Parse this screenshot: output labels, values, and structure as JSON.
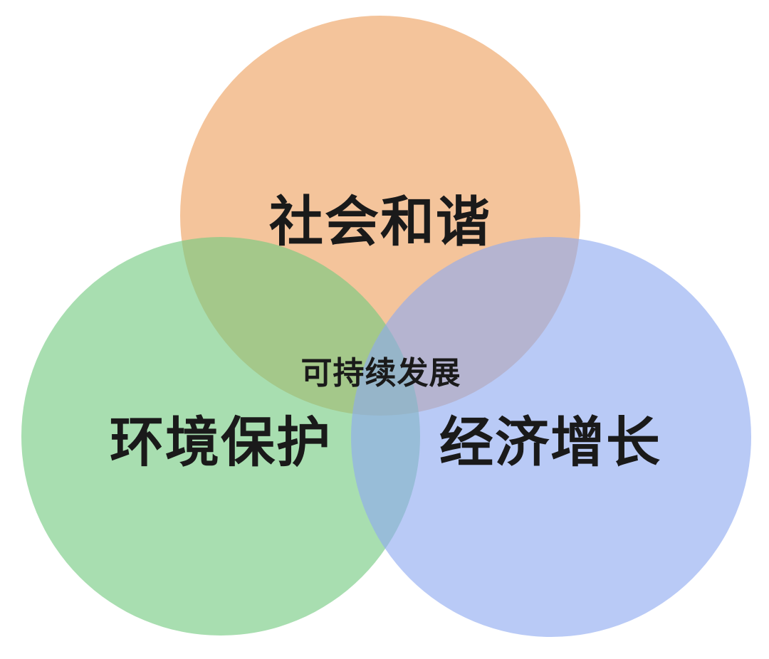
{
  "diagram": {
    "circles": [
      {
        "id": "social",
        "label": "社会和谐",
        "color": "#ee9f5d"
      },
      {
        "id": "environment",
        "label": "环境保护",
        "color": "#72c97f"
      },
      {
        "id": "economy",
        "label": "经济增长",
        "color": "#8eaaf0"
      }
    ],
    "center_label": "可持续发展"
  }
}
